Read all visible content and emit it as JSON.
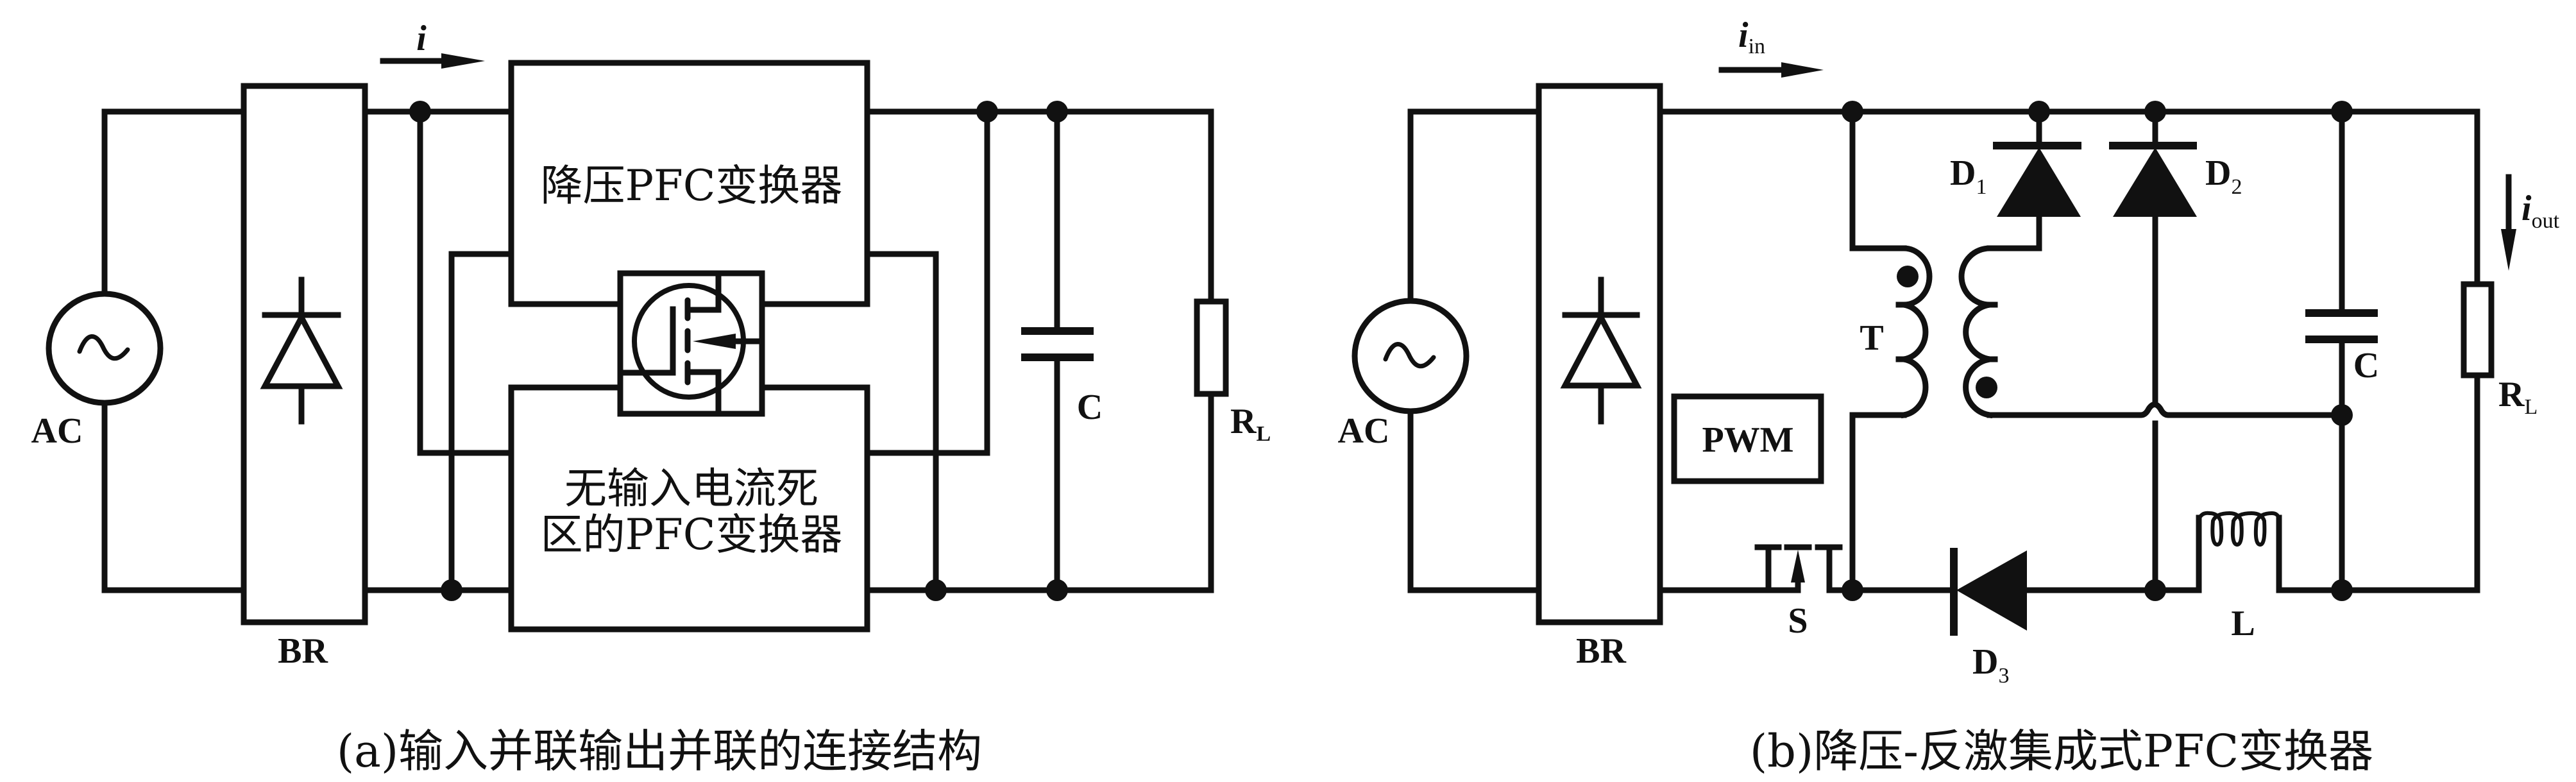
{
  "figure": {
    "panel_a": {
      "caption": "(a)输入并联输出并联的连接结构",
      "labels": {
        "source": "AC",
        "rectifier": "BR",
        "current": "i",
        "capacitor": "C",
        "load_main": "R",
        "load_sub": "L"
      },
      "blocks": {
        "upper": "降压PFC变换器",
        "lower_line1": "无输入电流死",
        "lower_line2": "区的PFC变换器"
      }
    },
    "panel_b": {
      "caption": "(b)降压-反激集成式PFC变换器",
      "labels": {
        "source": "AC",
        "rectifier": "BR",
        "controller": "PWM",
        "switch": "S",
        "transformer": "T",
        "d1_main": "D",
        "d1_sub": "1",
        "d2_main": "D",
        "d2_sub": "2",
        "d3_main": "D",
        "d3_sub": "3",
        "inductor": "L",
        "capacitor": "C",
        "load_main": "R",
        "load_sub": "L",
        "in_current_main": "i",
        "in_current_sub": "in",
        "out_current_main": "i",
        "out_current_sub": "out"
      }
    },
    "colors": {
      "ink": "#111111",
      "background": "#ffffff"
    }
  }
}
